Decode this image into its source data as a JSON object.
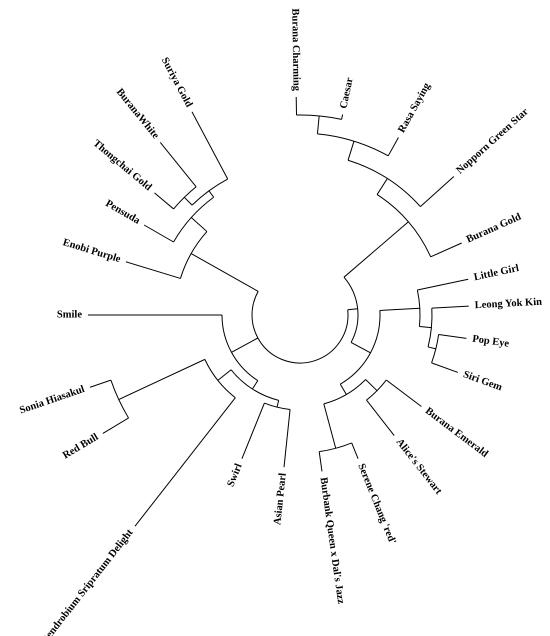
{
  "diagram": {
    "type": "circular-dendrogram",
    "leaves": [
      "Burana Charming",
      "Caesar",
      "Rasa Saying",
      "Nopporn Green Star",
      "Burana Gold",
      "Little Girl",
      "Leong Yok Kin",
      "Pop Eye",
      "Siri Gem",
      "Burana Emerald",
      "Alice's Stewart",
      "Serene Chang 'red'",
      "Burbank Queen x Dal's Jazz",
      "Asian Pearl",
      "Swirl",
      "Dendrobium Sripratum Delight",
      "Red Bull",
      "Sonia Hiasakul",
      "Smile",
      "Enobi Purple",
      "Pensuda",
      "Thongchai Gold",
      "BuranaWhite",
      "Suriya Gold"
    ],
    "line_color": "#000000"
  }
}
